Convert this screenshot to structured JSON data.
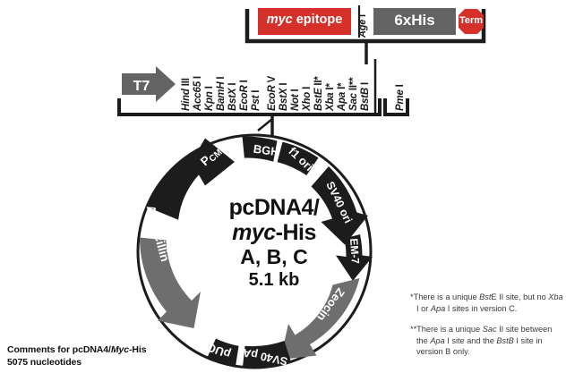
{
  "figure": {
    "title_lines": [
      "pcDNA4/",
      "myc-His",
      "A, B, C",
      "5.1 kb"
    ],
    "title_l2_italic": "myc",
    "title_l2_rest": "-His"
  },
  "colors": {
    "red": "#D6302A",
    "term_red": "#D6302A",
    "dark_gray": "#636363",
    "mid_gray": "#6E6E6E",
    "black": "#1C1C1C",
    "text": "#111111",
    "footnote": "#3B3B3B"
  },
  "tag_cassette": {
    "myc_italic": "myc",
    "myc_rest": " epitope",
    "age_site": "Age I",
    "his_tag": "6xHis",
    "terminator": "Term"
  },
  "promoter": {
    "t7_label": "T7"
  },
  "mcs": {
    "sites": [
      {
        "name": "Hind",
        "num": "III"
      },
      {
        "name": "Acc65",
        "num": "I"
      },
      {
        "name": "Kpn",
        "num": "I"
      },
      {
        "name": "BamH",
        "num": "I"
      },
      {
        "name": "BstX",
        "num": "I"
      },
      {
        "name": "EcoR",
        "num": "I"
      },
      {
        "name": "Pst",
        "num": "I"
      },
      {
        "name": "EcoR",
        "num": "V"
      },
      {
        "name": "BstX",
        "num": "I"
      },
      {
        "name": "Not",
        "num": "I"
      },
      {
        "name": "Xho",
        "num": "I"
      },
      {
        "name": "BstE",
        "num": "II*"
      },
      {
        "name": "Xba",
        "num": "I*"
      },
      {
        "name": "Apa",
        "num": "I*"
      },
      {
        "name": "Sac",
        "num": "II**"
      },
      {
        "name": "BstB",
        "num": "I"
      }
    ],
    "terminal_site": {
      "name": "Pme",
      "num": "I"
    }
  },
  "plasmid_features": [
    {
      "id": "pcmv",
      "label": "P",
      "sub": "CMV",
      "color": "#1C1C1C"
    },
    {
      "id": "bghpa",
      "label": "BGH pA",
      "color": "#1C1C1C"
    },
    {
      "id": "f1ori",
      "label": "f1 ori",
      "color": "#1C1C1C"
    },
    {
      "id": "sv40ori",
      "label": "SV40 ori",
      "color": "#1C1C1C"
    },
    {
      "id": "em7",
      "label": "EM-7",
      "color": "#1C1C1C"
    },
    {
      "id": "zeocin",
      "label": "Zeocin",
      "color": "#6E6E6E"
    },
    {
      "id": "sv40pa",
      "label": "SV40 pA",
      "color": "#1C1C1C"
    },
    {
      "id": "puc",
      "label": "pUC",
      "color": "#1C1C1C"
    },
    {
      "id": "ampicillin",
      "label": "Ampicillin",
      "color": "#6E6E6E"
    }
  ],
  "footnotes": {
    "one": {
      "marker": "*",
      "pre": "There is a unique ",
      "it1": "Bst",
      "mid1": "E II site, but no ",
      "it2": "Xba",
      "mid2": " I or ",
      "it3": "Apa",
      "post": " I sites in version C."
    },
    "two": {
      "marker": "**",
      "pre": "There is a unique ",
      "it1": "Sac",
      "mid1": " II site between the ",
      "it2": "Apa",
      "mid2": " I site and the ",
      "it3": "BstB",
      "post": " I site in version B only."
    }
  },
  "comments": {
    "line1_pre": "Comments for pcDNA4/",
    "line1_it": "Myc",
    "line1_post": "-His",
    "line2": "5075 nucleotides"
  }
}
